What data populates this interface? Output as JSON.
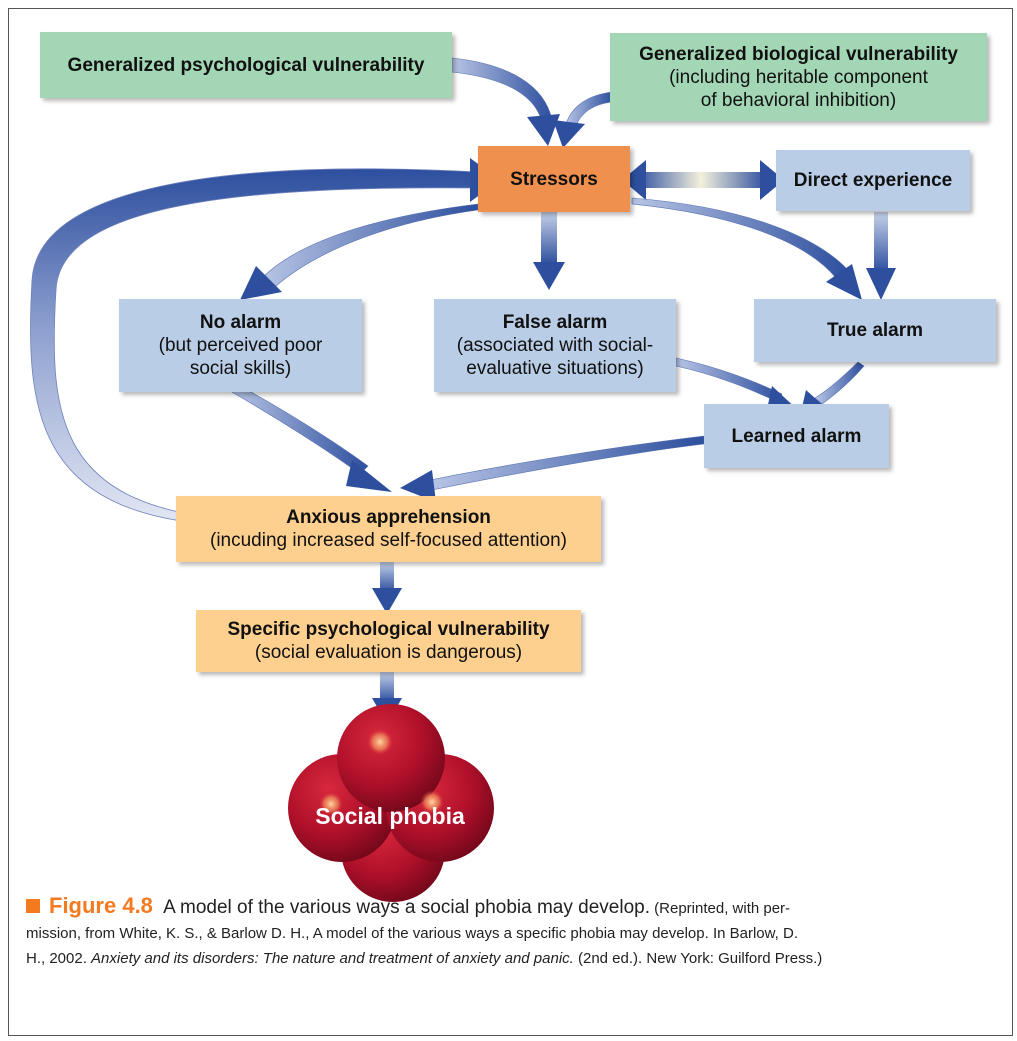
{
  "colors": {
    "green": "#a3d6b5",
    "blue": "#b9cde6",
    "orange": "#f0904f",
    "yellow": "#fdd08f",
    "arrow": "#2d4f9e",
    "sphere": "#b0102a",
    "figure_accent": "#f47a20"
  },
  "nodes": {
    "gen_psych": {
      "title": "Generalized psychological vulnerability"
    },
    "gen_bio": {
      "title": "Generalized  biological vulnerability",
      "sub1": "(including heritable component",
      "sub2": "of behavioral inhibition)"
    },
    "stressors": {
      "title": "Stressors"
    },
    "direct": {
      "title": "Direct experience"
    },
    "no_alarm": {
      "title": "No alarm",
      "sub1": "(but perceived poor",
      "sub2": "social skills)"
    },
    "false_alarm": {
      "title": "False alarm",
      "sub1": "(associated with social-",
      "sub2": "evaluative situations)"
    },
    "true_alarm": {
      "title": "True alarm"
    },
    "learned": {
      "title": "Learned alarm"
    },
    "anxious": {
      "title": "Anxious apprehension",
      "sub1": "(incuding increased self-focused attention)"
    },
    "specific": {
      "title": "Specific psychological vulnerability",
      "sub1": "(social evaluation is dangerous)"
    },
    "social_phobia": {
      "title": "Social phobia"
    }
  },
  "edges": [
    [
      "gen_psych",
      "stressors"
    ],
    [
      "gen_bio",
      "stressors"
    ],
    [
      "stressors",
      "direct",
      "bidirectional"
    ],
    [
      "stressors",
      "no_alarm"
    ],
    [
      "stressors",
      "false_alarm"
    ],
    [
      "stressors",
      "true_alarm"
    ],
    [
      "direct",
      "true_alarm"
    ],
    [
      "true_alarm",
      "learned"
    ],
    [
      "false_alarm",
      "learned"
    ],
    [
      "no_alarm",
      "anxious"
    ],
    [
      "learned",
      "anxious"
    ],
    [
      "anxious",
      "stressors"
    ],
    [
      "anxious",
      "specific"
    ],
    [
      "specific",
      "social_phobia"
    ]
  ],
  "caption": {
    "figure_number": "Figure 4.8",
    "title": "A model of the various ways a social phobia may develop.",
    "credit_part1": "(Reprinted, with per-",
    "credit_line2": "mission, from White, K. S., & Barlow D. H., A model of the various ways a specific phobia may develop. In Barlow, D.",
    "credit_line3_a": "H., 2002. ",
    "credit_book": "Anxiety and its disorders: The nature and treatment of anxiety and panic.",
    "credit_line3_b": " (2nd ed.). New York: Guilford Press.)"
  }
}
